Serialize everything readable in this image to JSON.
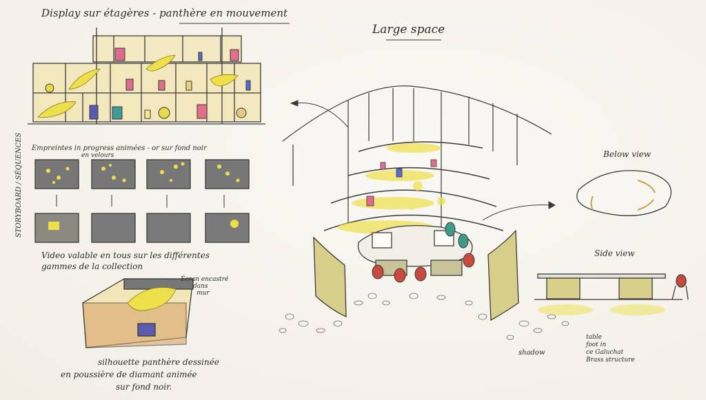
{
  "sketch": {
    "title_shelves": "Display sur étagères - panthère en mouvement",
    "title_space": "Large space",
    "label_imprints_1": "Empreintes in progress animées - or sur fond noir",
    "label_imprints_2": "en velours",
    "label_storyboard": "STORYBOARD / SÉQUENCES",
    "label_video_1": "Video valable en tous sur les différentes",
    "label_video_2": "gammes de la collection",
    "label_screen_1": "Écran encastré",
    "label_screen_2": "dans",
    "label_screen_3": "mur",
    "label_silhouette_1": "silhouette panthère dessinée",
    "label_silhouette_2": "en poussière de diamant animée",
    "label_silhouette_3": "sur fond noir.",
    "label_below": "Below view",
    "label_side": "Side view",
    "label_shadow": "shadow",
    "label_table_1": "table",
    "label_table_2": "foot in",
    "label_table_3": "ce Galuchat",
    "label_table_4": "Brass structure"
  },
  "colors": {
    "pencil": "#3a3a3a",
    "gold": "#e8d84a",
    "brass": "#c9a24a",
    "wood": "#c98a4a",
    "red": "#c84a3f",
    "teal": "#3f9a8a",
    "purple": "#5a5ab0",
    "pink": "#e06a8a",
    "dark_screen": "#6a6a6a"
  }
}
